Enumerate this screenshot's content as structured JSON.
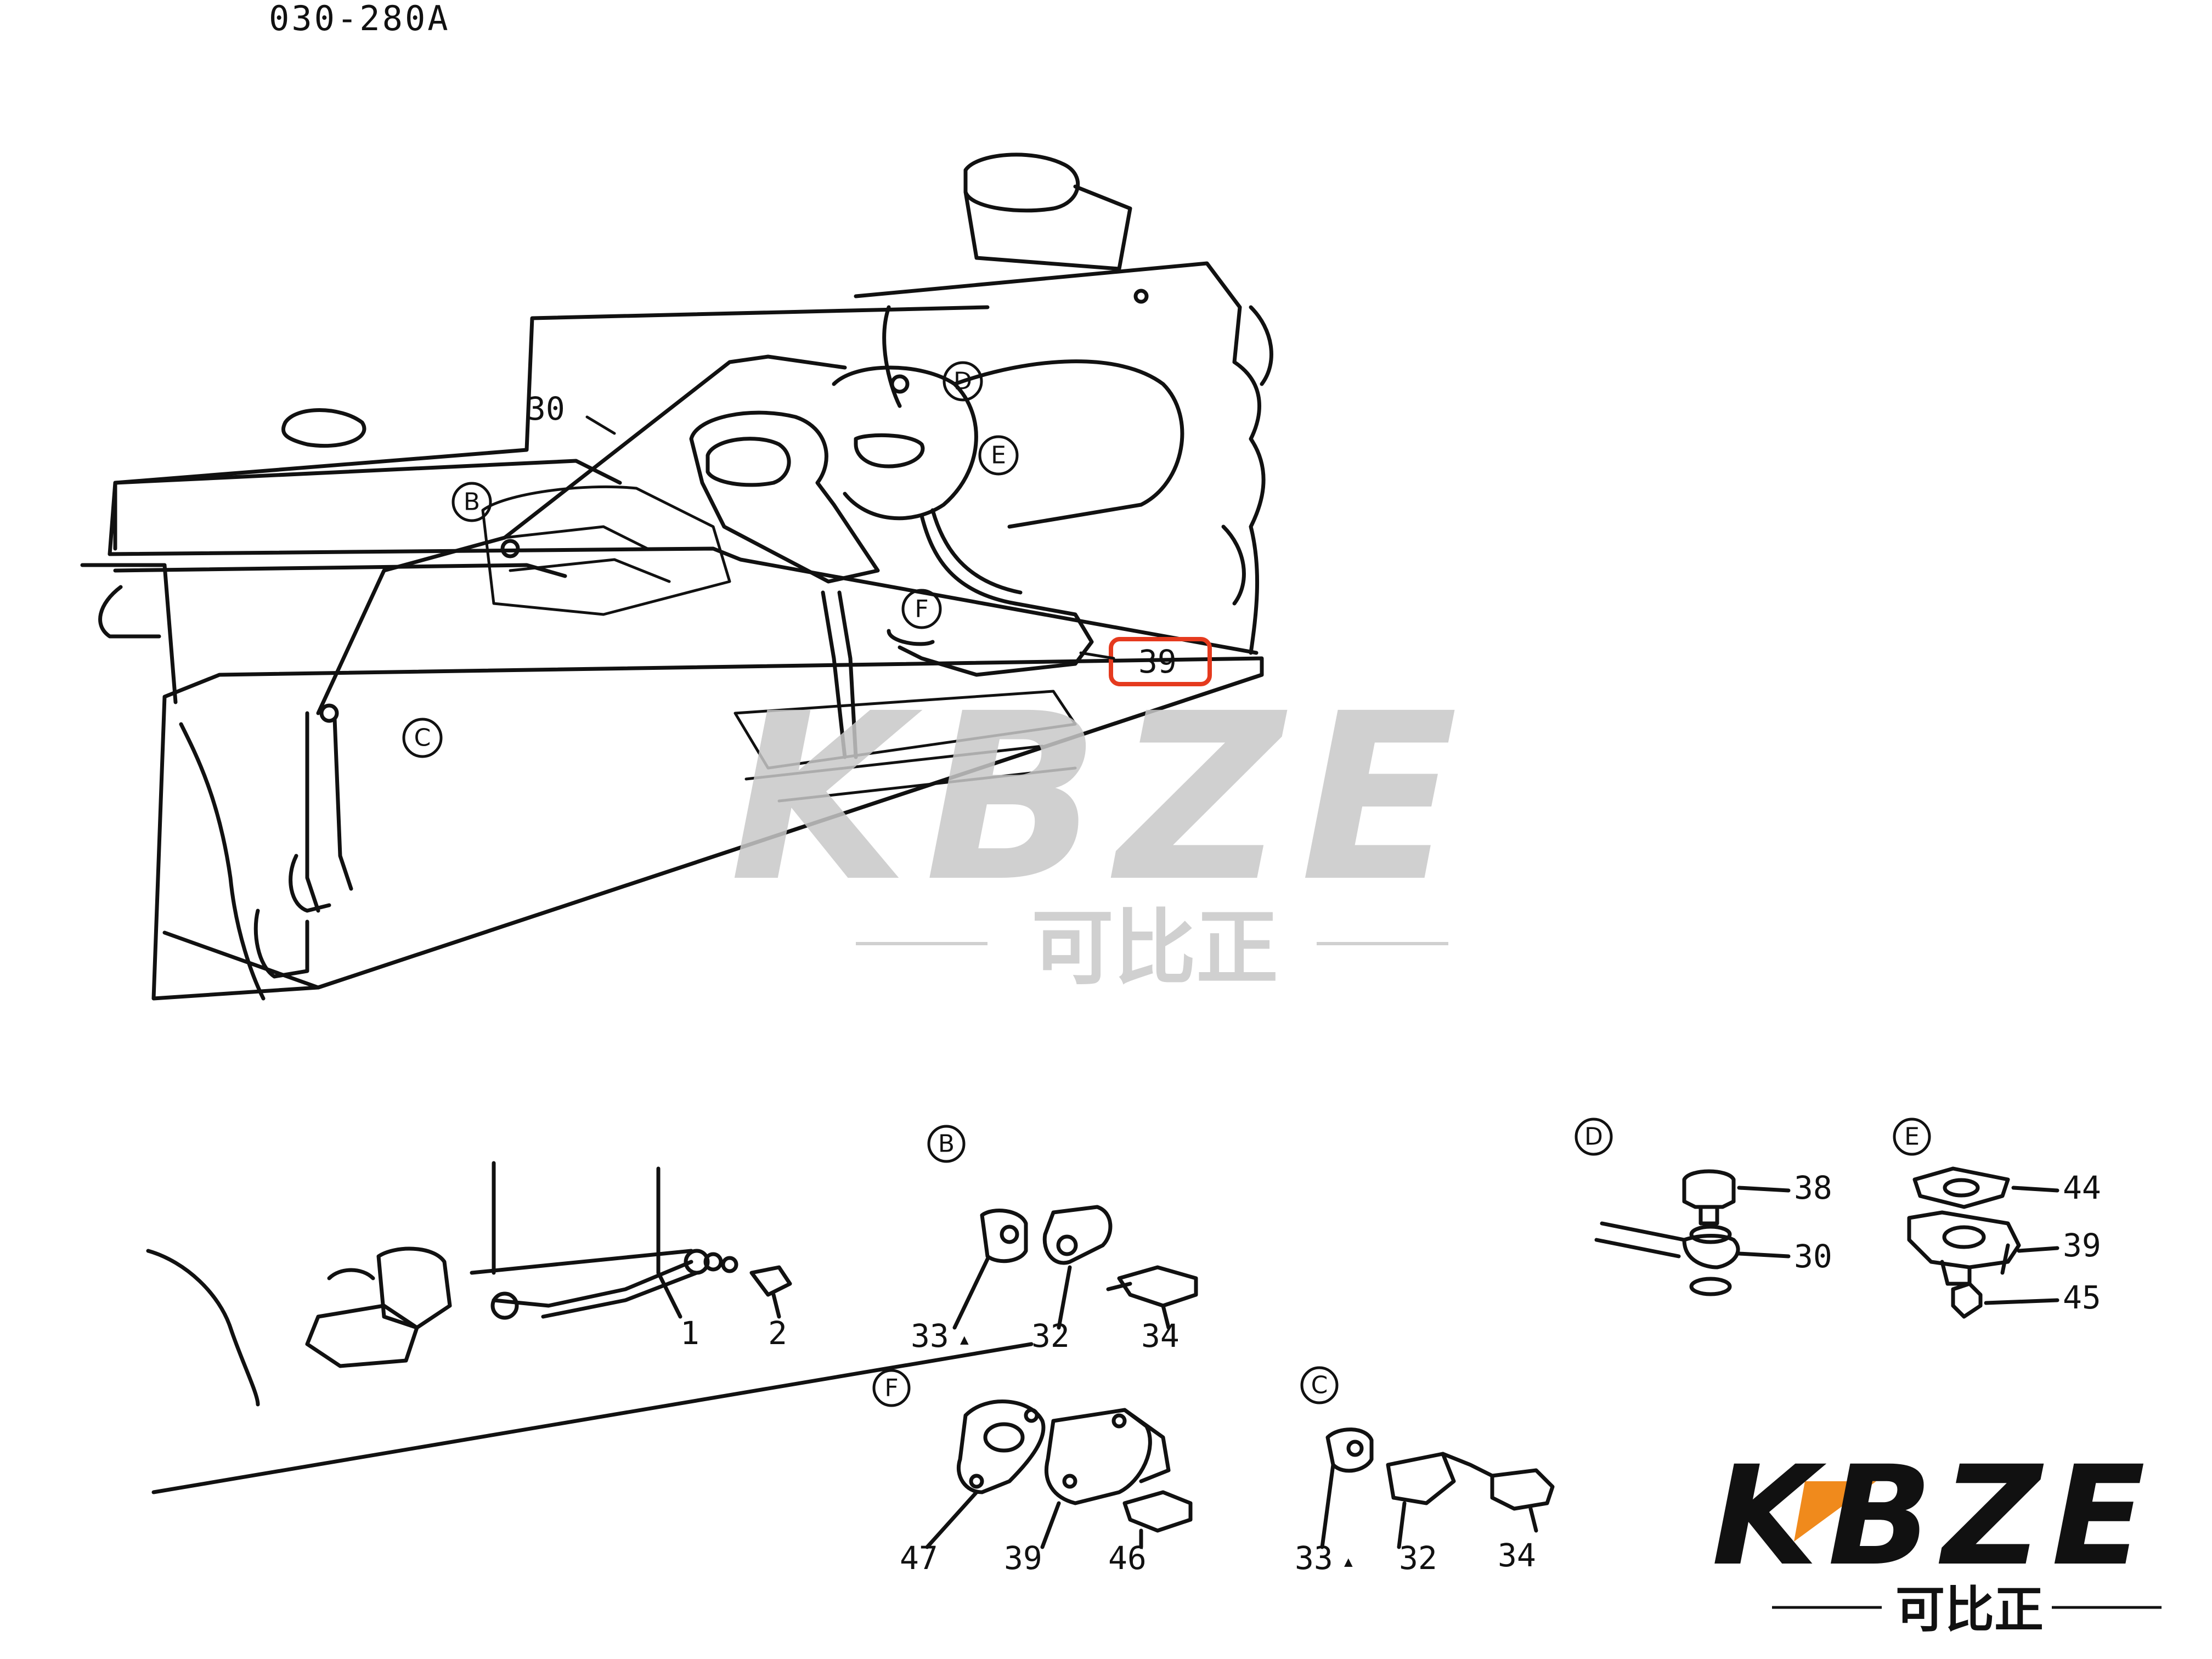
{
  "document": {
    "code": "030-280A"
  },
  "callouts": {
    "main_30": "30",
    "main_39": "39",
    "main_B": "B",
    "main_C": "C",
    "main_D": "D",
    "main_E": "E",
    "main_F": "F"
  },
  "details": {
    "left": {
      "labels": [
        "1",
        "2"
      ]
    },
    "B": {
      "title": "B",
      "labels": [
        "33",
        "32",
        "34"
      ],
      "marker": "▲"
    },
    "F": {
      "title": "F",
      "labels": [
        "47",
        "39",
        "46"
      ]
    },
    "C": {
      "title": "C",
      "labels": [
        "33",
        "32",
        "34"
      ],
      "marker": "▲"
    },
    "D": {
      "title": "D",
      "labels": [
        "38",
        "30"
      ]
    },
    "E": {
      "title": "E",
      "labels": [
        "44",
        "39",
        "45"
      ]
    }
  },
  "highlight": {
    "color": "#e53a1e"
  },
  "watermark": {
    "text": "KBZE",
    "subtitle": "可比正",
    "color": "#c8c8c8"
  },
  "logo": {
    "text": "KBZE",
    "subtitle": "可比正",
    "accent_color": "#f08a1c",
    "text_color": "#111111"
  }
}
